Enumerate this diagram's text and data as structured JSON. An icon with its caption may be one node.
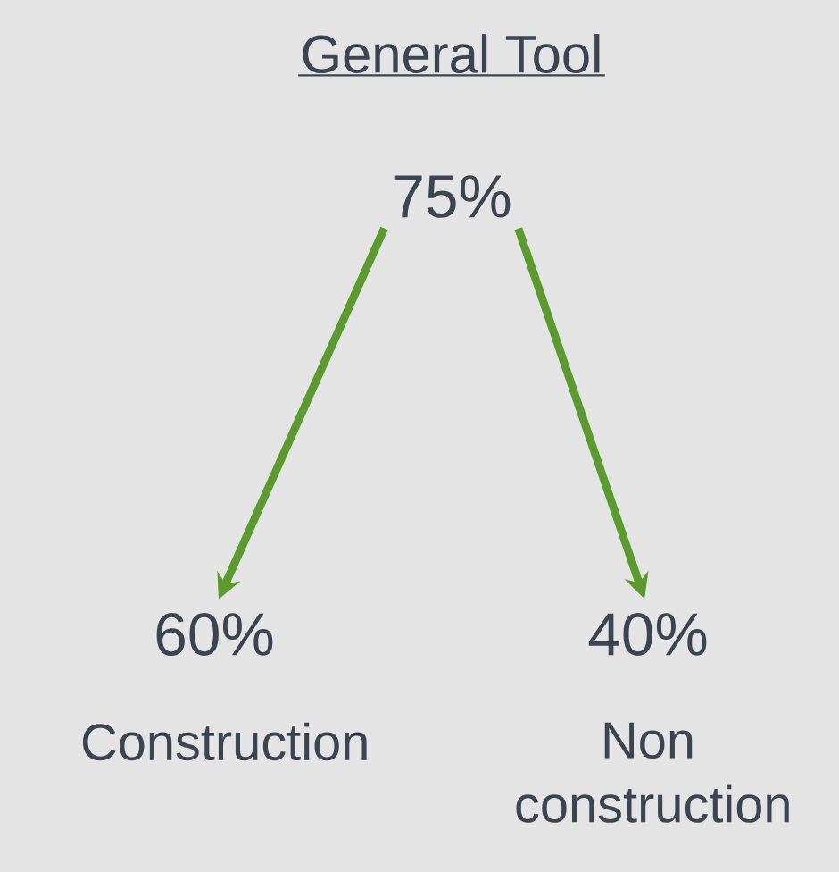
{
  "diagram": {
    "title": "General Tool",
    "nodes": [
      {
        "text": [
          "75%"
        ]
      },
      {
        "text": [
          "60%"
        ],
        "beside": [
          "Construction"
        ]
      },
      {
        "text": [
          "40%"
        ],
        "beside": [
          "Non construction"
        ]
      }
    ],
    "edges": [
      {
        "from": 0,
        "to": 1,
        "arrow": "to"
      },
      {
        "from": 0,
        "to": 2,
        "arrow": "to"
      }
    ]
  }
}
